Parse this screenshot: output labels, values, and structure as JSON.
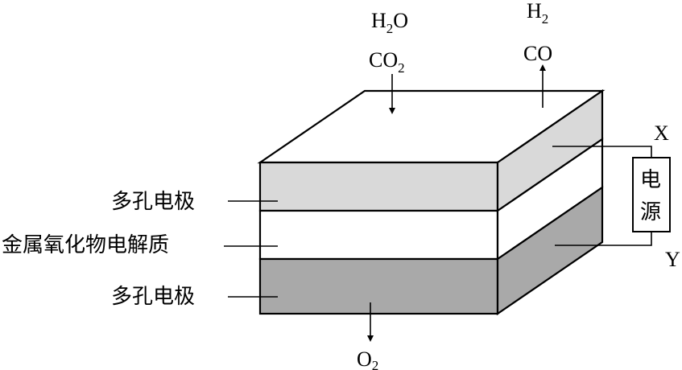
{
  "inputs_top": {
    "line1_base": "H",
    "line1_sub": "2",
    "line1_tail": "O",
    "line2_base": "CO",
    "line2_sub": "2"
  },
  "outputs_top": {
    "line1_base": "H",
    "line1_sub": "2",
    "line2": "CO"
  },
  "output_bottom": {
    "base": "O",
    "sub": "2"
  },
  "layers": [
    {
      "label": "多孔电极",
      "color": "#d9d9d9"
    },
    {
      "label": "金属氧化物电解质",
      "color": "#ffffff"
    },
    {
      "label": "多孔电极",
      "color": "#a9a9a9"
    }
  ],
  "power_source": {
    "line1": "电",
    "line2": "源"
  },
  "terminals": {
    "top": "X",
    "bottom": "Y"
  }
}
